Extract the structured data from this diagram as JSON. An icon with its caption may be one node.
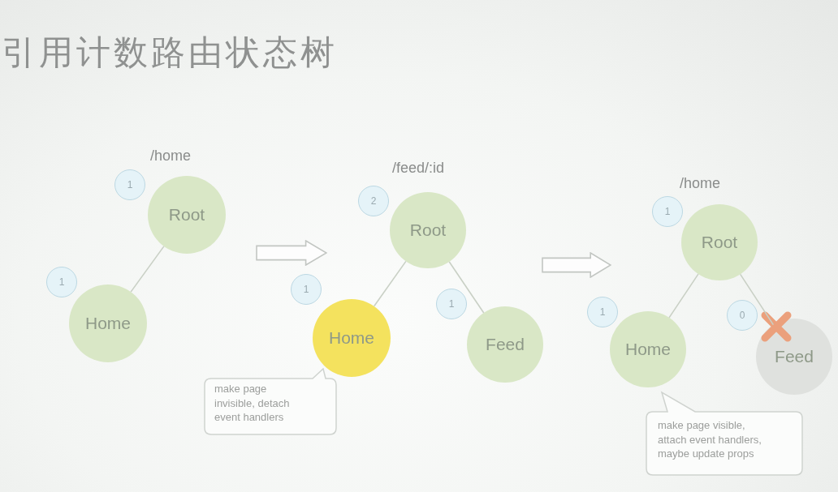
{
  "diagram": {
    "title": "引用计数路由状态树",
    "nodes": [
      {
        "text": [
          "1"
        ]
      },
      {
        "text": [
          "Root"
        ]
      },
      {
        "text": [
          "1"
        ]
      },
      {
        "text": [
          "Home"
        ]
      },
      {
        "text": [
          "2"
        ]
      },
      {
        "text": [
          "Root"
        ]
      },
      {
        "text": [
          "1"
        ]
      },
      {
        "text": [
          "Home"
        ]
      },
      {
        "text": [
          "1"
        ]
      },
      {
        "text": [
          "Feed"
        ]
      },
      {
        "text": [
          "make page invisible, detach event handlers"
        ]
      },
      {
        "text": [
          "1"
        ]
      },
      {
        "text": [
          "Root"
        ]
      },
      {
        "text": [
          "1"
        ]
      },
      {
        "text": [
          "Home"
        ]
      },
      {
        "text": [
          "0"
        ]
      },
      {
        "text": [
          "Feed"
        ]
      },
      {
        "text": [
          "make page visible, attach event handlers, maybe update props"
        ]
      }
    ],
    "edges": [
      {
        "from": 1,
        "to": 3,
        "arrow": "none"
      },
      {
        "from": 5,
        "to": 7,
        "arrow": "none"
      },
      {
        "from": 5,
        "to": 9,
        "arrow": "none"
      },
      {
        "from": 12,
        "to": 14,
        "arrow": "none"
      },
      {
        "from": 12,
        "to": 16,
        "arrow": "none"
      }
    ],
    "labels": [
      "/home",
      "/feed/:id",
      "/home"
    ]
  }
}
